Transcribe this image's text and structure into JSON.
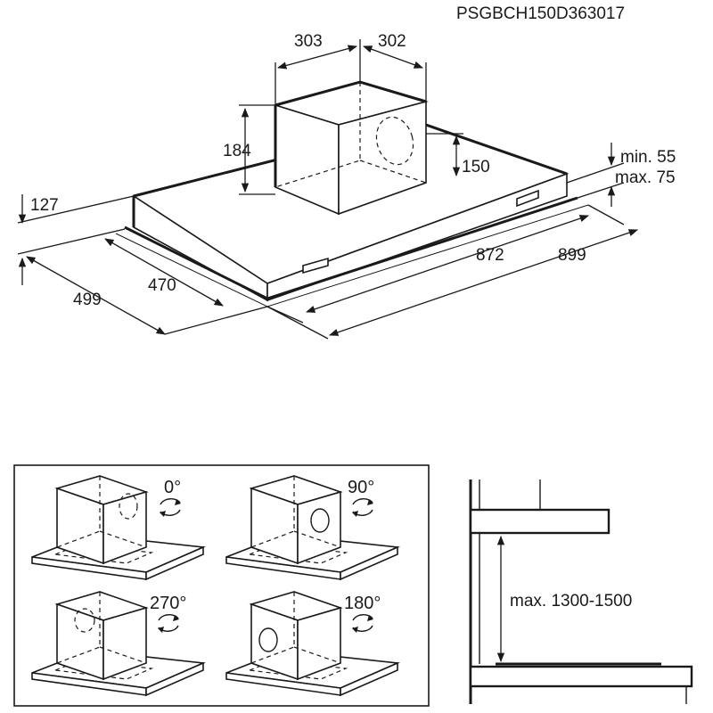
{
  "header": {
    "code": "PSGBCH150D363017"
  },
  "dimensions": {
    "chimney_width": "303",
    "chimney_depth": "302",
    "chimney_height": "184",
    "outlet_height": "150",
    "hood_height": "127",
    "clearance_min": "min. 55",
    "clearance_max": "max. 75",
    "depth_inner": "470",
    "depth_outer": "499",
    "width_inner": "872",
    "width_outer": "899"
  },
  "orientations": [
    {
      "label": "0°"
    },
    {
      "label": "90°"
    },
    {
      "label": "270°"
    },
    {
      "label": "180°"
    }
  ],
  "installation": {
    "height_label": "max. 1300-1500"
  }
}
